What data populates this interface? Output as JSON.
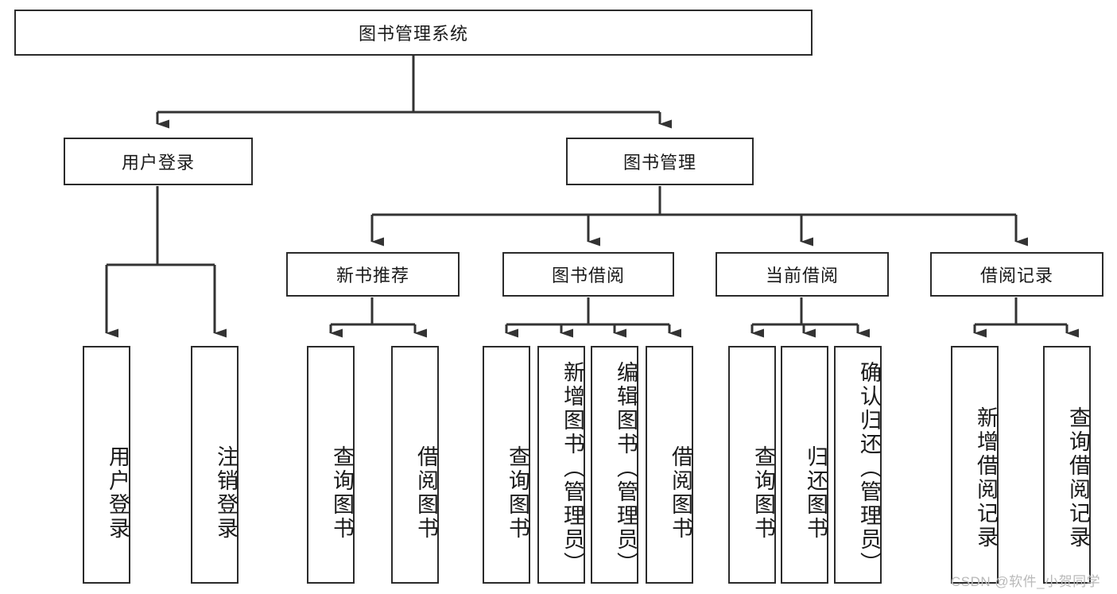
{
  "diagram": {
    "type": "tree-hierarchy-chart",
    "title_text": "图书管理系统",
    "colors": {
      "box_border": "#2b2b2b",
      "box_fill": "#ffffff",
      "connector": "#333333",
      "text": "#1a1a1a",
      "watermark": "#b9b9b9",
      "background": "#ffffff"
    },
    "root": {
      "id": "root",
      "label": "图书管理系统"
    },
    "level1": [
      {
        "id": "user-login",
        "label": "用户登录"
      },
      {
        "id": "book-management",
        "label": "图书管理"
      }
    ],
    "level2": [
      {
        "id": "new-book-recommend",
        "label": "新书推荐",
        "parent": "book-management"
      },
      {
        "id": "book-borrow",
        "label": "图书借阅",
        "parent": "book-management"
      },
      {
        "id": "current-borrow",
        "label": "当前借阅",
        "parent": "book-management"
      },
      {
        "id": "borrow-record",
        "label": "借阅记录",
        "parent": "book-management"
      }
    ],
    "leaves": {
      "user_login": [
        {
          "id": "leaf-user-login",
          "label": "用户登录"
        },
        {
          "id": "leaf-logout",
          "label": "注销登录"
        }
      ],
      "new_book_recommend": [
        {
          "id": "leaf-query-book-1",
          "label": "查询图书"
        },
        {
          "id": "leaf-borrow-book-1",
          "label": "借阅图书"
        }
      ],
      "book_borrow": [
        {
          "id": "leaf-query-book-2",
          "label": "查询图书"
        },
        {
          "id": "leaf-add-book",
          "label": "新增图书（管理员）"
        },
        {
          "id": "leaf-edit-book",
          "label": "编辑图书（管理员）"
        },
        {
          "id": "leaf-borrow-book-2",
          "label": "借阅图书"
        }
      ],
      "current_borrow": [
        {
          "id": "leaf-query-book-3",
          "label": "查询图书"
        },
        {
          "id": "leaf-return-book",
          "label": "归还图书"
        },
        {
          "id": "leaf-confirm-return",
          "label": "确认归还（管理员）"
        }
      ],
      "borrow_record": [
        {
          "id": "leaf-add-record",
          "label": "新增借阅记录"
        },
        {
          "id": "leaf-query-record",
          "label": "查询借阅记录"
        }
      ]
    }
  },
  "watermark": {
    "text": "CSDN @软件_小贺同学"
  }
}
